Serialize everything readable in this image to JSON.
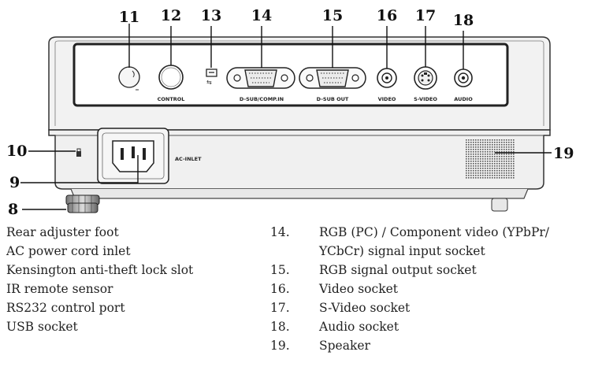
{
  "callouts": {
    "c8": "8",
    "c9": "9",
    "c10": "10",
    "c11": "11",
    "c12": "12",
    "c13": "13",
    "c14": "14",
    "c15": "15",
    "c16": "16",
    "c17": "17",
    "c18": "18",
    "c19": "19"
  },
  "panel_labels": {
    "control": "CONTROL",
    "dsub_comp_in": "D-SUB/COMP.IN",
    "dsub_out": "D-SUB OUT",
    "video": "VIDEO",
    "svideo": "S-VIDEO",
    "audio": "AUDIO",
    "ac_inlet": "AC-INLET"
  },
  "legend_left": [
    "Rear adjuster foot",
    "AC power cord inlet",
    "Kensington anti-theft lock slot",
    "IR remote sensor",
    "RS232 control port",
    "USB socket"
  ],
  "legend_right": [
    {
      "num": "14.",
      "lines": [
        "RGB (PC) / Component video (YPbPr/",
        "YCbCr) signal input socket"
      ]
    },
    {
      "num": "15.",
      "lines": [
        "RGB signal output socket"
      ]
    },
    {
      "num": "16.",
      "lines": [
        "Video socket"
      ]
    },
    {
      "num": "17.",
      "lines": [
        "S-Video socket"
      ]
    },
    {
      "num": "18.",
      "lines": [
        "Audio socket"
      ]
    },
    {
      "num": "19.",
      "lines": [
        "Speaker"
      ]
    }
  ]
}
